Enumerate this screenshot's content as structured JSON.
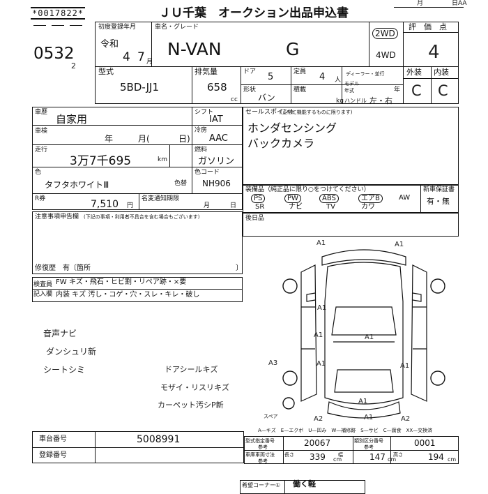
{
  "header": {
    "serial": "*0017822*",
    "title": "ＪＵ千葉　オークション出品申込書",
    "date_month": "月",
    "date_day": "日AA"
  },
  "lot": {
    "number": "0532",
    "suffix": "2"
  },
  "first_reg": {
    "label": "初度登録年月",
    "era": "令和",
    "year": "4",
    "month": "7",
    "month_unit": "月"
  },
  "car": {
    "name_label": "車名・グレード",
    "name": "N-VAN",
    "grade": "G"
  },
  "drive": {
    "selected": "2WD",
    "other": "4WD"
  },
  "score": {
    "label": "評　価　点",
    "value": "4"
  },
  "model": {
    "label": "型式",
    "value": "5BD-JJ1"
  },
  "displacement": {
    "label": "排気量",
    "value": "658",
    "unit": "cc"
  },
  "doors": {
    "label": "ドア",
    "value": "5"
  },
  "capacity": {
    "label": "定員",
    "value": "4",
    "unit": "人"
  },
  "dealer": {
    "label": "ディーラー・並行"
  },
  "model_year": {
    "label": "モデル年式",
    "unit": "年"
  },
  "shape": {
    "label": "形状",
    "value": "バン"
  },
  "load": {
    "label": "積載",
    "unit": "kg"
  },
  "handle": {
    "label": "ハンドル",
    "value": "左・右"
  },
  "ext_int": {
    "exterior_label": "外装",
    "interior_label": "内装",
    "exterior": "C",
    "interior": "C"
  },
  "history": {
    "label": "車歴",
    "value": "自家用"
  },
  "inspection": {
    "label": "車検",
    "year": "年",
    "month": "月(",
    "day": "日)"
  },
  "mileage": {
    "label": "走行",
    "value": "3万7千695",
    "unit": "km"
  },
  "shift": {
    "label": "シフト",
    "value": "IAT"
  },
  "ac": {
    "label": "冷房",
    "value": "AAC"
  },
  "fuel": {
    "label": "燃料",
    "value": "ガソリン"
  },
  "color": {
    "label": "色",
    "name": "タフタホワイトⅢ",
    "change_label": "色替",
    "code_label": "色コード",
    "code": "NH906"
  },
  "recycle": {
    "label": "R券",
    "value": "7,510",
    "unit": "円"
  },
  "name_change": {
    "label": "名変通知期限",
    "month": "月",
    "day": "日"
  },
  "notes": {
    "label": "注意事項申告欄",
    "sub": "(下記の事項・利用者不具合を含む場合もございます)",
    "repair": "修復歴　有〔箇所",
    "repair_close": "〕"
  },
  "selling_points": {
    "label": "セールスポイント",
    "sub": "(正常に機能するものに限ります)",
    "items": [
      "ホンダセンシング",
      "バックカメラ"
    ]
  },
  "equipment": {
    "label": "装備品（純正品に限り○をつけてください）",
    "top": [
      "PS",
      "PW",
      "ABS",
      "エアB",
      "AW"
    ],
    "bottom": [
      "SR",
      "ナビ",
      "TV",
      "カワ"
    ]
  },
  "new_warranty": {
    "label": "新車保証書",
    "value": "有・無"
  },
  "after_note": {
    "label": "後日品"
  },
  "inspector": {
    "label1": "検査員",
    "label2": "記入欄",
    "row1": "FW キズ・飛石・ヒビ割・リペア跡・×要",
    "row2": "内装 キズ 汚し・コゲ・穴・スレ・キレ・破し"
  },
  "handwritten": [
    "音声ナビ",
    "ダンシュリ新",
    "シートシミ",
    "ドアシールキズ",
    "モザイ・リスリキズ",
    "カーペット汚シP新"
  ],
  "diagram": {
    "marks": [
      "A1",
      "A1",
      "A1",
      "A1",
      "A1",
      "A1",
      "A3",
      "A1",
      "A1",
      "A2",
      "A1",
      "A2"
    ],
    "spare": "スペア",
    "legend": "A—キズ　E—エクボ　U—凹み　W—補修跡　S—サビ　C—腐食　XX—交換済"
  },
  "frame": {
    "label": "車台番号",
    "value": "5008991"
  },
  "registration": {
    "label": "登録番号"
  },
  "type_cert": {
    "label": "型式指定番号",
    "sub": "参考",
    "value": "20067"
  },
  "class_num": {
    "label": "類別区分番号",
    "sub": "参考",
    "value": "0001"
  },
  "dims": {
    "label": "車庫車両寸法",
    "sub": "参考",
    "length_label": "長さ",
    "length": "339",
    "width_label": "幅",
    "width": "147",
    "height_label": "高さ",
    "height": "194",
    "unit": "cm"
  },
  "footer": {
    "corner_label": "希望コーナー①",
    "corner_value": "働く軽"
  }
}
